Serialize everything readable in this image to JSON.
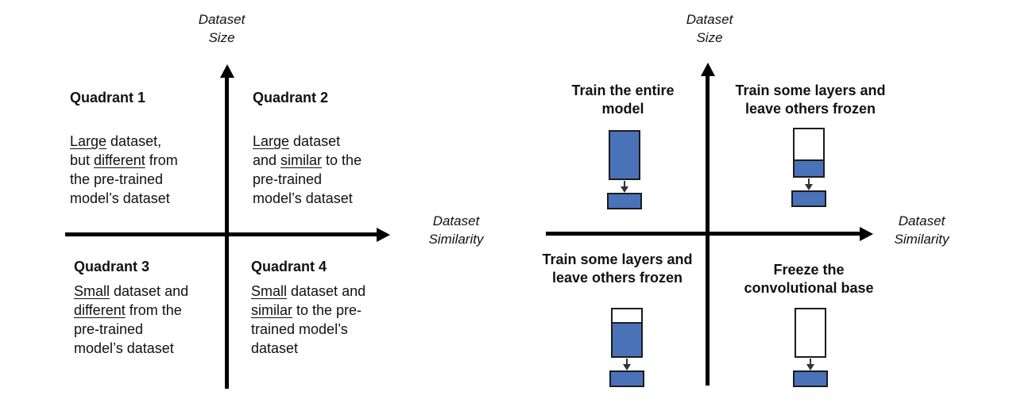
{
  "colors": {
    "axis": "#000000",
    "stack_border": "#1c1c1c",
    "trainable_blue": "#4a72b8",
    "frozen_white": "#ffffff",
    "arrow": "#333333"
  },
  "left_diagram": {
    "y_axis_label_line1": "Dataset",
    "y_axis_label_line2": "Size",
    "x_axis_label_line1": "Dataset",
    "x_axis_label_line2": "Similarity",
    "quadrants": [
      {
        "title": "Quadrant 1",
        "lines": [
          "_Large_ dataset,",
          "but _different_ from",
          "the pre-trained",
          "model’s dataset"
        ]
      },
      {
        "title": "Quadrant 2",
        "lines": [
          "_Large_ dataset",
          "and _similar_ to the",
          "pre-trained",
          "model’s dataset"
        ]
      },
      {
        "title": "Quadrant 3",
        "lines": [
          "_Small_ dataset and",
          "_different_ from the",
          "pre-trained",
          "model’s dataset"
        ]
      },
      {
        "title": "Quadrant 4",
        "lines": [
          "_Small_ dataset and",
          "_similar_ to the pre-",
          "trained model’s",
          "dataset"
        ]
      }
    ]
  },
  "right_diagram": {
    "y_axis_label_line1": "Dataset",
    "y_axis_label_line2": "Size",
    "x_axis_label_line1": "Dataset",
    "x_axis_label_line2": "Similarity",
    "strategies": [
      {
        "title_line1": "Train the entire",
        "title_line2": "model",
        "frozen_fraction": 0
      },
      {
        "title_line1": "Train some layers and",
        "title_line2": "leave others frozen",
        "frozen_fraction": 0.67
      },
      {
        "title_line1": "Train some layers and",
        "title_line2": "leave others frozen",
        "frozen_fraction": 0.31
      },
      {
        "title_line1": "Freeze the",
        "title_line2": "convolutional base",
        "frozen_fraction": 1
      }
    ]
  }
}
